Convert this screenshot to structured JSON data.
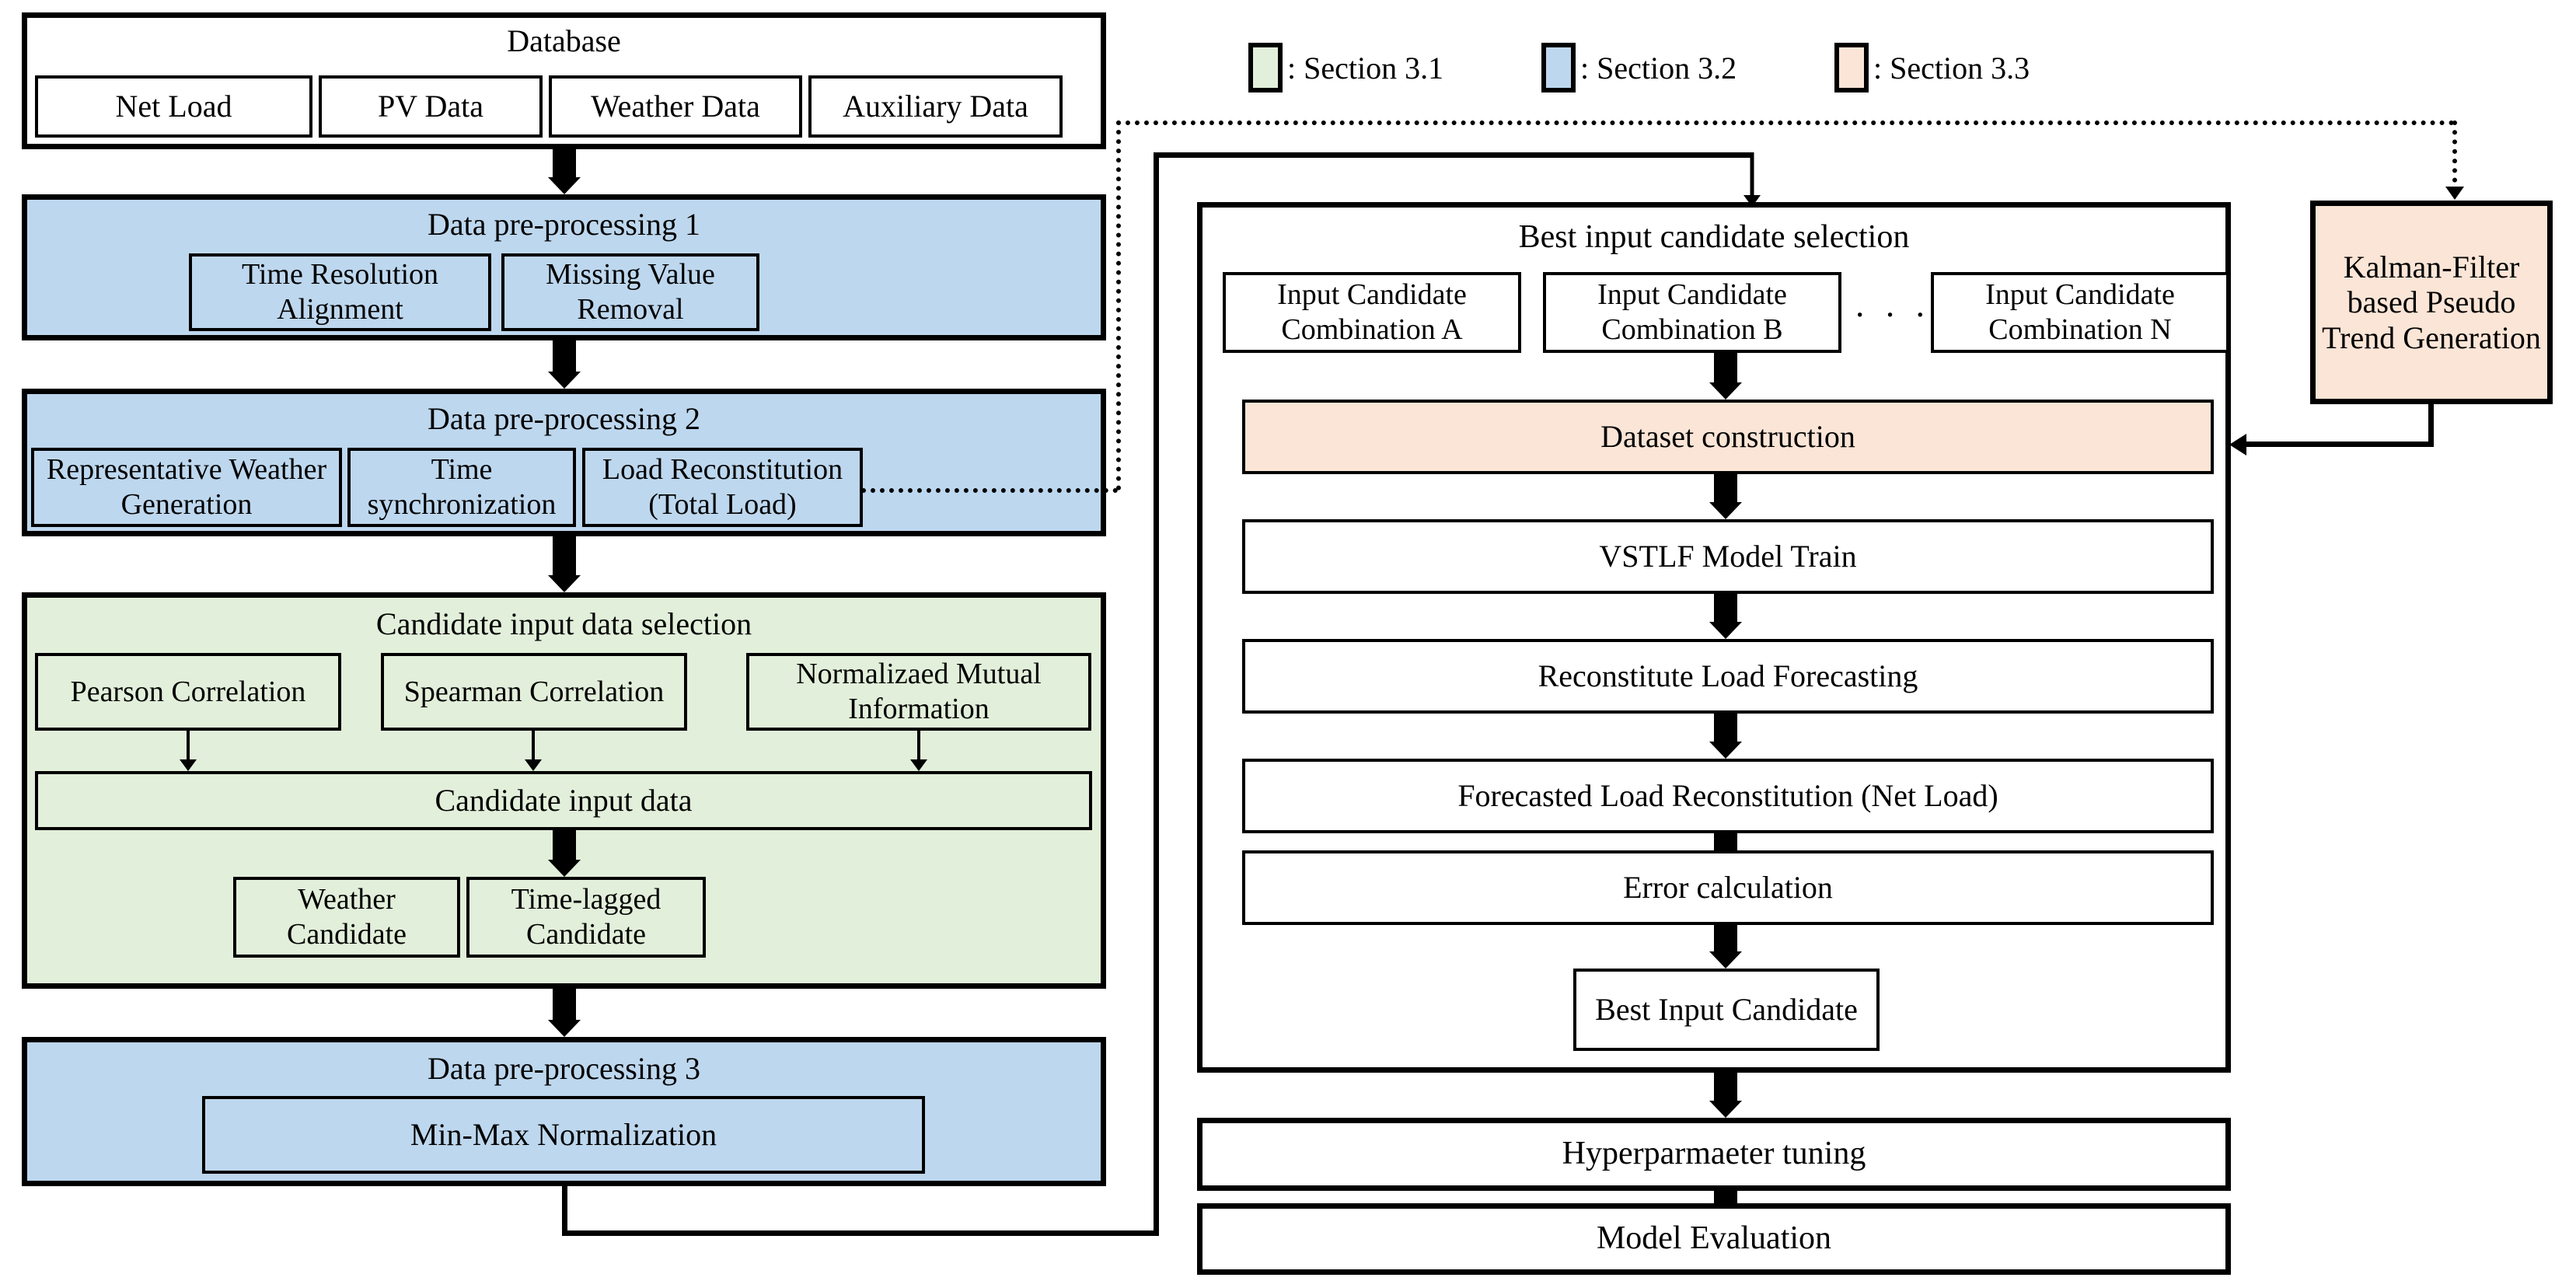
{
  "legend": {
    "items": [
      {
        "label": ": Section 3.1",
        "color": "#e2efda",
        "name": "section-3-1"
      },
      {
        "label": ": Section 3.2",
        "color": "#bdd7ee",
        "name": "section-3-2"
      },
      {
        "label": ": Section 3.3",
        "color": "#fbe5d6",
        "name": "section-3-3"
      }
    ]
  },
  "colors": {
    "green": "#e2efda",
    "blue": "#bdd7ee",
    "peach": "#fbe5d6",
    "stroke": "#000000",
    "white": "#ffffff"
  },
  "left_column": {
    "database": {
      "title": "Database",
      "items": [
        "Net Load",
        "PV Data",
        "Weather Data",
        "Auxiliary Data"
      ]
    },
    "preprocessing1": {
      "title": "Data pre-processing 1",
      "items": [
        "Time Resolution Alignment",
        "Missing Value Removal"
      ]
    },
    "preprocessing2": {
      "title": "Data pre-processing 2",
      "items": [
        "Representative Weather Generation",
        "Time synchronization",
        "Load Reconstitution (Total Load)"
      ]
    },
    "candidate_selection": {
      "title": "Candidate input data selection",
      "methods": [
        "Pearson Correlation",
        "Spearman Correlation",
        "Normalizaed Mutual Information"
      ],
      "aggregate": "Candidate input data",
      "outputs": [
        "Weather Candidate",
        "Time-lagged Candidate"
      ]
    },
    "preprocessing3": {
      "title": "Data pre-processing 3",
      "items": [
        "Min-Max Normalization"
      ]
    }
  },
  "right_column": {
    "best_input": {
      "title": "Best input candidate selection",
      "combinations": [
        "Input Candidate Combination A",
        "Input Candidate Combination B",
        "Input Candidate Combination N"
      ],
      "ellipsis": "· · ·",
      "steps": [
        "Dataset construction",
        "VSTLF Model Train",
        "Reconstitute Load Forecasting",
        "Forecasted Load Reconstitution (Net Load)",
        "Error calculation"
      ],
      "result": "Best Input Candidate"
    },
    "kalman": "Kalman-Filter based Pseudo Trend Generation",
    "kalman_lines": [
      "Kalman-Filter",
      "based Pseudo",
      "Trend",
      "Generation"
    ],
    "tail_steps": [
      "Hyperparmaeter tuning",
      "Model Evaluation"
    ]
  }
}
